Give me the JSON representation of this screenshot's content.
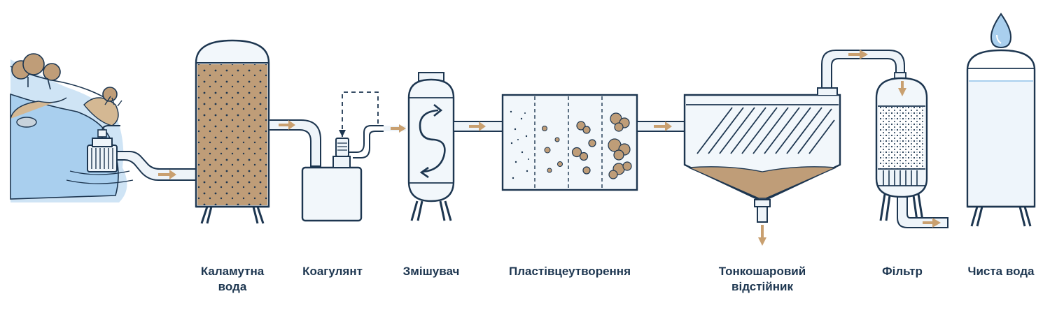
{
  "colors": {
    "outline": "#1d3650",
    "pipe_fill": "#eef4f9",
    "sediment": "#bf9d78",
    "flow_arrow": "#c9a070",
    "water": "#a9cfee",
    "tank_fill": "#f2f7fb"
  },
  "stages": [
    {
      "id": "turbid-water",
      "line1": "Каламутна",
      "line2": "вода"
    },
    {
      "id": "coagulant",
      "line1": "Коагулянт",
      "line2": ""
    },
    {
      "id": "mixer",
      "line1": "Змішувач",
      "line2": ""
    },
    {
      "id": "flocculation",
      "line1": "Пластівцеутворення",
      "line2": ""
    },
    {
      "id": "lamella-settler",
      "line1": "Тонкошаровий",
      "line2": "відстійник"
    },
    {
      "id": "filter",
      "line1": "Фільтр",
      "line2": ""
    },
    {
      "id": "clean-water",
      "line1": "Чиста вода",
      "line2": ""
    }
  ],
  "icons": {
    "river": "river-icon",
    "pump": "intake-pump-icon",
    "tank": "turbid-water-tank-icon",
    "dosing": "coagulant-dosing-unit-icon",
    "mixer": "mixer-vessel-icon",
    "floc": "flocculation-chamber-icon",
    "settler": "lamella-settler-icon",
    "filter": "filter-vessel-icon",
    "clean": "clean-water-tank-icon",
    "drop": "water-drop-icon"
  }
}
